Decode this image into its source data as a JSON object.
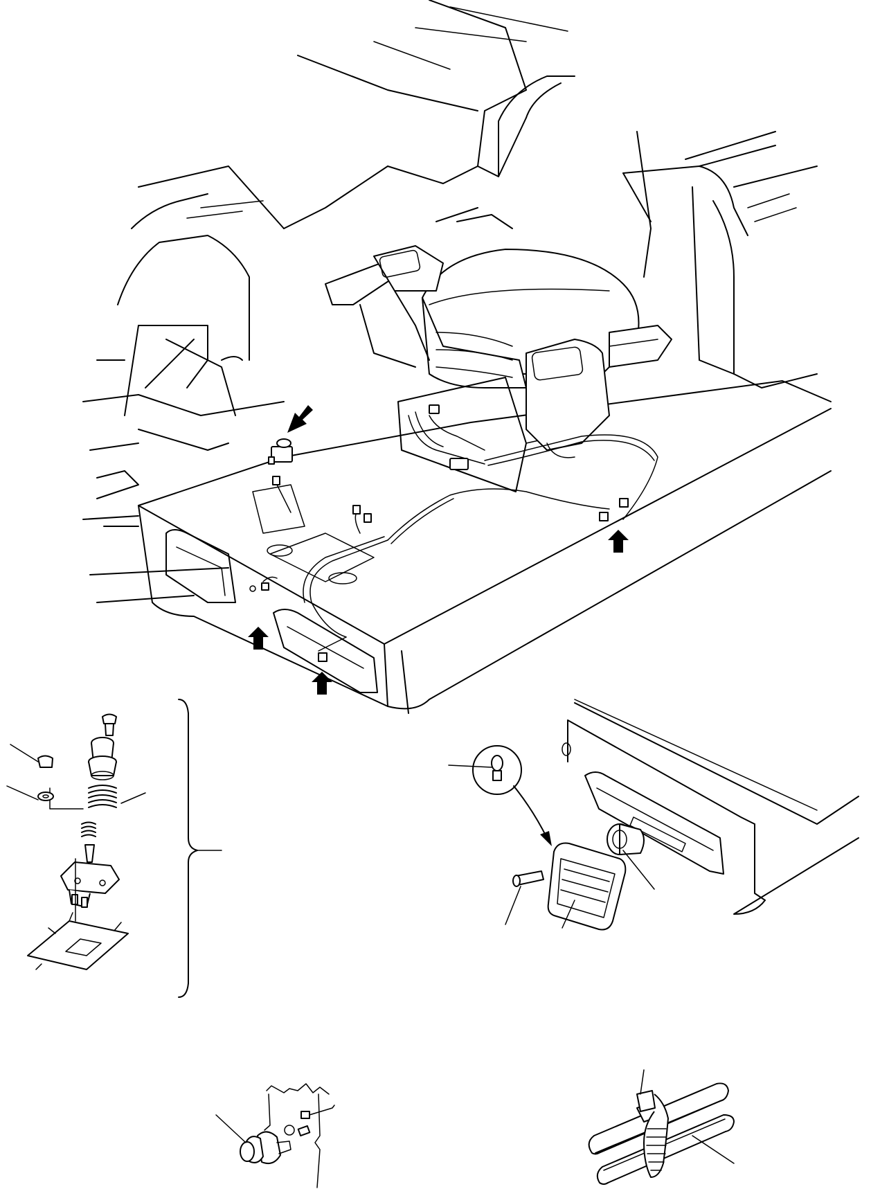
{
  "figure": {
    "kind": "exploded-parts-illustration",
    "colors": {
      "line": "#000000",
      "background": "#ffffff"
    },
    "callout_arrows": [
      "seat-switch",
      "harness-clip-right",
      "ground-terminal-left",
      "connector-front-center"
    ],
    "detail_views": [
      "switch-assembly",
      "rear-lamp-assembly",
      "push-switch-detail",
      "cable-tie-detail"
    ]
  }
}
